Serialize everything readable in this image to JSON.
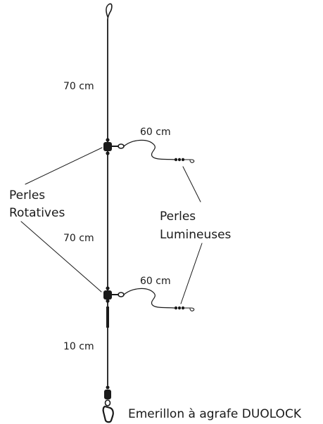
{
  "labels": {
    "length_top": "70 cm",
    "length_middle": "70 cm",
    "length_bottom": "10 cm",
    "snood_upper": "60 cm",
    "snood_lower": "60 cm",
    "rotating_beads_line1": "Perles",
    "rotating_beads_line2": "Rotatives",
    "luminous_beads_line1": "Perles",
    "luminous_beads_line2": "Lumineuses",
    "swivel_clip": "Emerillon à agrafe DUOLOCK"
  }
}
